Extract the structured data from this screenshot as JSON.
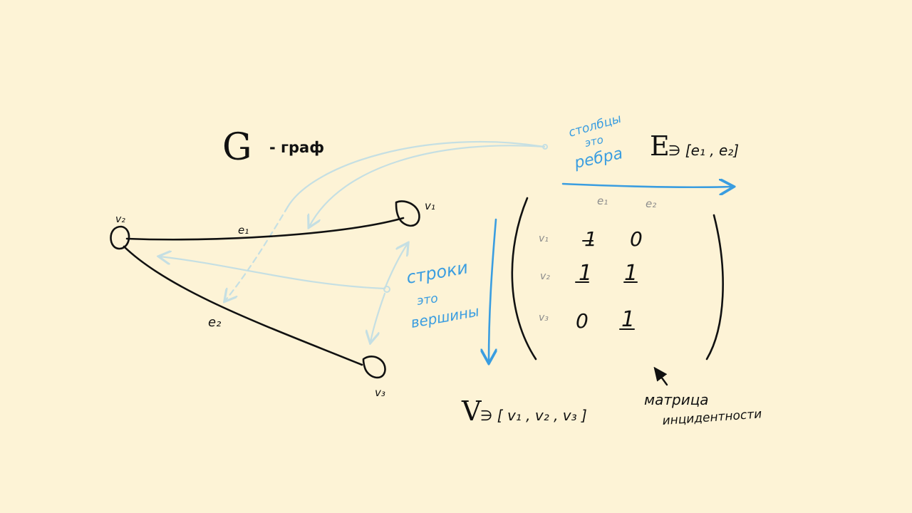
{
  "graph": {
    "symbol": "G",
    "caption": "- граф",
    "vertices": [
      {
        "id": "v1",
        "label": "v₁"
      },
      {
        "id": "v2",
        "label": "v₂"
      },
      {
        "id": "v3",
        "label": "v₃"
      }
    ],
    "edges": [
      {
        "id": "e1",
        "label": "e₁",
        "from": "v2",
        "to": "v1"
      },
      {
        "id": "e2",
        "label": "e₂",
        "from": "v2",
        "to": "v3"
      }
    ]
  },
  "sets": {
    "edges_set": {
      "symbol": "E",
      "text": "∋ [e₁ , e₂]"
    },
    "vertex_set": {
      "symbol": "V",
      "text": "∋ [ v₁ , v₂ , v₃ ]"
    }
  },
  "annotations": {
    "columns": [
      "столбцы",
      "это",
      "ребра"
    ],
    "rows": [
      "строки",
      "это",
      "вершины"
    ],
    "matrix_name": [
      "матрица",
      "инцидентности"
    ]
  },
  "matrix": {
    "col_headers": [
      "e₁",
      "e₂"
    ],
    "row_headers": [
      "v₁",
      "v₂",
      "v₃"
    ],
    "values": [
      [
        1,
        0
      ],
      [
        1,
        1
      ],
      [
        0,
        1
      ]
    ]
  },
  "colors": {
    "background": "#fdf3d6",
    "ink": "#111111",
    "annotation_blue": "#3a9de0",
    "faded_arrow": "#c5dfe3",
    "muted_label": "#8d8d8d"
  }
}
